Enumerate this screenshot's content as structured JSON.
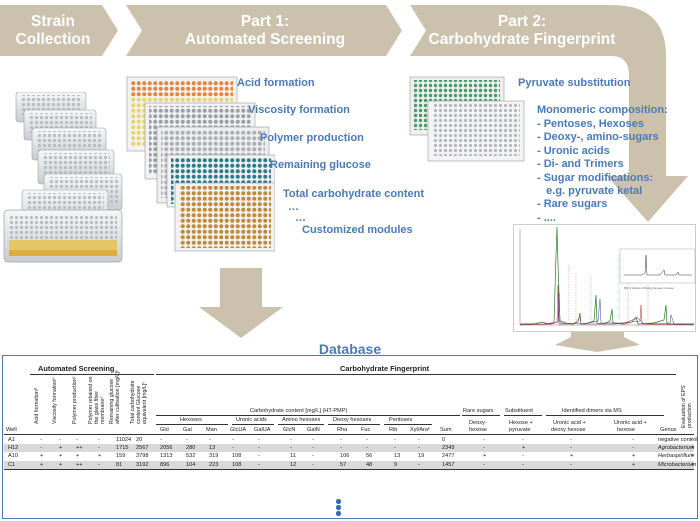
{
  "stages": [
    {
      "line1": "Strain",
      "line2": "Collection"
    },
    {
      "line1": "Part 1:",
      "line2": "Automated Screening"
    },
    {
      "line1": "Part 2:",
      "line2": "Carbohydrate Fingerprint"
    }
  ],
  "screening_features": [
    "Acid formation",
    "Viscosity formation",
    "Polymer production",
    "Remaining glucose",
    "Total carbohydrate content",
    "…",
    "Customized modules"
  ],
  "fingerprint_features": {
    "pyruvate": "Pyruvate substitution",
    "heading": "Monomeric composition:",
    "items": [
      "-  Pentoses, Hexoses",
      "-  Deoxy-, amino-sugars",
      "-  Uronic acids",
      "-  Di- and Trimers",
      "-  Sugar modifications:",
      "   e.g. pyruvate ketal",
      "-  Rare sugars",
      "-  ...."
    ]
  },
  "chromatogram": {
    "inset_caption": "MS of dimers of Deoxy-hexose / hexose"
  },
  "database": {
    "title": "Database",
    "automated_screening": "Automated Screening",
    "carbohydrate_fingerprint": "Carbohydrate Fingerprint",
    "well": "Well",
    "vertical_headers": [
      "Acid formationª",
      "Viscosity formationᵇ",
      "Polymer productionᶜ",
      "Polymer retained on the glass fiber membraneᵈ",
      "Remaining glucose after cultivation [mg/L]ᵉ",
      "Total carbohydrate content Glucose equivalent [mg/L]ᶠ"
    ],
    "carb_content_header": "Carbohydrate content [mg/L] (HT-PMP)",
    "group_headers": [
      "Hexoses",
      "Uronic acids",
      "Amino hexoses",
      "Deoxy hexoses",
      "Pentoses"
    ],
    "sub_headers": [
      "Glcʲ",
      "Gal",
      "Man",
      "GlcUA",
      "GalUA",
      "GlcN",
      "GalN",
      "Rha",
      "Fuc",
      "Rib",
      "Xyl/Araᵏ",
      "Sum"
    ],
    "rare_sugars": "Rare sugars",
    "rare_sub": [
      "Deoxy-",
      "hexose"
    ],
    "substituent": "Substituent",
    "substituent_sub": [
      "Hexose +",
      "pyruvate"
    ],
    "dimers_header": "Identified dimers via MS",
    "dimers_sub1": [
      "Uronic acid +",
      "deoxy hexose"
    ],
    "dimers_sub2": [
      "Uronic acid +",
      "hexose"
    ],
    "genus": "Genus",
    "eps_eval": "Evaluation of EPS production",
    "rows": [
      {
        "well": "A1",
        "acid": "-",
        "visc": "-",
        "poly": "-",
        "glass": "-",
        "remglc": "11024",
        "total": "20",
        "glc": "-",
        "gal": "-",
        "man": "-",
        "glcua": "-",
        "galua": "-",
        "glcn": "-",
        "galn": "-",
        "rha": "-",
        "fuc": "-",
        "rib": "-",
        "xyl": "-",
        "sum": "0",
        "rare": "-",
        "subst": "-",
        "d1": "-",
        "d2": "-",
        "genus": "negative control",
        "italic": false,
        "eval": "-"
      },
      {
        "well": "H12",
        "acid": "-",
        "visc": "+",
        "poly": "++",
        "glass": "-",
        "remglc": "1715",
        "total": "2567",
        "glc": "2056",
        "gal": "280",
        "man": "13",
        "glcua": "-",
        "galua": "-",
        "glcn": "-",
        "galn": "-",
        "rha": "-",
        "fuc": "-",
        "rib": "-",
        "xyl": "-",
        "sum": "2349",
        "rare": "-",
        "subst": "+",
        "d1": "-",
        "d2": "-",
        "genus": "Agrobacterium",
        "italic": true,
        "eval": "+"
      },
      {
        "well": "A10",
        "acid": "+",
        "visc": "+",
        "poly": "+",
        "glass": "+",
        "remglc": "159",
        "total": "3798",
        "glc": "1313",
        "gal": "532",
        "man": "319",
        "glcua": "108",
        "galua": "-",
        "glcn": "11",
        "galn": "-",
        "rha": "106",
        "fuc": "56",
        "rib": "13",
        "xyl": "19",
        "sum": "2477",
        "rare": "+",
        "subst": "-",
        "d1": "+",
        "d2": "+",
        "genus": "Herbaspirillum",
        "italic": true,
        "eval": "+"
      },
      {
        "well": "C1",
        "acid": "+",
        "visc": "+",
        "poly": "++",
        "glass": "-",
        "remglc": "81",
        "total": "3192",
        "glc": "896",
        "gal": "104",
        "man": "223",
        "glcua": "108",
        "galua": "-",
        "glcn": "12",
        "galn": "-",
        "rha": "57",
        "fuc": "48",
        "rib": "9",
        "xyl": "-",
        "sum": "1457",
        "rare": "-",
        "subst": "-",
        "d1": "-",
        "d2": "+",
        "genus": "Microbacterium",
        "italic": true,
        "eval": "+"
      }
    ]
  },
  "colors": {
    "arrow": "#ccc1ad",
    "accent": "#4a7ab6",
    "plate_orange": "#e8a23a",
    "well_blue": "#1a6e8c"
  }
}
